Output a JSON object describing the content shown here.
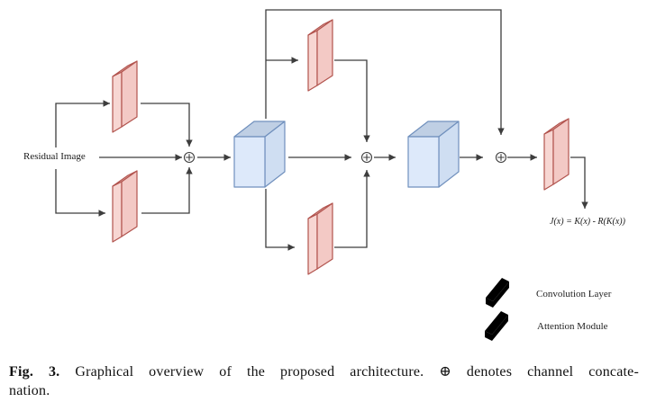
{
  "figure": {
    "input_label": "Residual Image",
    "output_formula": "J(x) = K(x) - R(K(x))",
    "concat_symbol": "⊕",
    "legend": [
      {
        "label": "Convolution Layer",
        "swatch": "conv-slab-pink"
      },
      {
        "label": "Attention Module",
        "swatch": "attention-slab-blue"
      }
    ],
    "caption": {
      "label": "Fig. 3.",
      "line1": "Graphical overview of the proposed architecture. ⊕ denotes channel concate-",
      "line2": "nation."
    }
  },
  "colors": {
    "line": "#3d3d3d",
    "conv_fill": "#f3c9c5",
    "conv_fill_light": "#f7d6d2",
    "conv_fill_dark": "#edbfbb",
    "conv_stroke": "#b2544e",
    "att_fill": "#dde9fa",
    "att_fill_top": "#bfcfe4",
    "att_fill_side": "#cfdef2",
    "att_stroke": "#7090bd"
  }
}
